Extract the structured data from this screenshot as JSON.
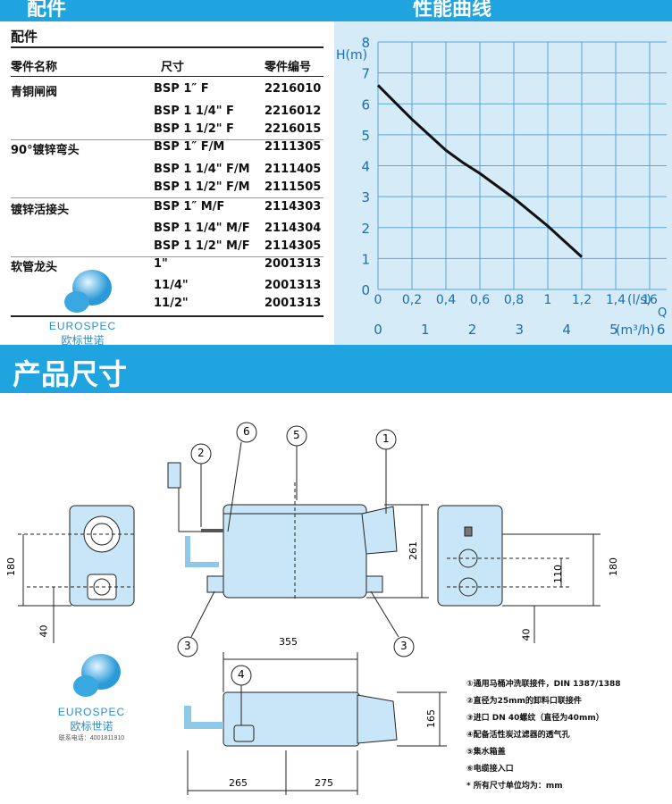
{
  "top_bar": {
    "left_title": "配件",
    "right_title": "性能曲线"
  },
  "accessories": {
    "title": "配件",
    "headers": [
      "零件名称",
      "尺寸",
      "零件编号"
    ],
    "rows": [
      {
        "name": "青铜闸阀",
        "size": "BSP 1″ F",
        "code": "2216010"
      },
      {
        "name": "",
        "size": "BSP 1 1/4\" F",
        "code": "2216012"
      },
      {
        "name": "",
        "size": "BSP 1 1/2\" F",
        "code": "2216015"
      },
      {
        "name": "90°镀锌弯头",
        "size": "BSP 1″ F/M",
        "code": "2111305"
      },
      {
        "name": "",
        "size": "BSP 1 1/4\" F/M",
        "code": "2111405"
      },
      {
        "name": "",
        "size": "BSP 1 1/2\" F/M",
        "code": "2111505"
      },
      {
        "name": "镀锌活接头",
        "size": "BSP 1″ M/F",
        "code": "2114303"
      },
      {
        "name": "",
        "size": "BSP 1 1/4\" M/F",
        "code": "2114304"
      },
      {
        "name": "",
        "size": "BSP 1 1/2\" M/F",
        "code": "2114305"
      },
      {
        "name": "软管龙头",
        "size": "1\"",
        "code": "2001313"
      },
      {
        "name": "",
        "size": "11/4\"",
        "code": "2001313"
      },
      {
        "name": "",
        "size": "11/2\"",
        "code": "2001313"
      }
    ]
  },
  "logo": {
    "brand": "EUROSPEC",
    "cn": "欧标世诺",
    "contact": "联系电话：4001811910"
  },
  "chart_data": {
    "type": "line",
    "ylabel": "H(m)",
    "xlabel": "Q",
    "x_units_1": "(l/s)",
    "x_units_2": "(m³/h)",
    "x_ticks_ls": [
      "0",
      "0,2",
      "0,4",
      "0,6",
      "0,8",
      "1",
      "1,2",
      "1,4",
      "16"
    ],
    "x_ticks_m3h": [
      "0",
      "1",
      "2",
      "3",
      "4",
      "5",
      "6"
    ],
    "y_ticks": [
      "0",
      "1",
      "2",
      "3",
      "4",
      "5",
      "6",
      "7",
      "8"
    ],
    "xlim": [
      0,
      1.7
    ],
    "ylim": [
      0,
      8
    ],
    "grid": true,
    "series": [
      {
        "x": [
          0,
          0.1,
          0.2,
          0.3,
          0.4,
          0.5,
          0.6,
          0.7,
          0.8,
          0.9,
          1.0,
          1.1,
          1.2
        ],
        "y": [
          6.6,
          6.05,
          5.5,
          5.0,
          4.5,
          4.1,
          3.75,
          3.35,
          2.95,
          2.5,
          2.05,
          1.55,
          1.05
        ]
      }
    ]
  },
  "dimensions_section": {
    "title": "产品尺寸",
    "callouts": [
      "1",
      "2",
      "3",
      "4",
      "5",
      "6",
      "3"
    ],
    "dims": {
      "d180": "180",
      "d40": "40",
      "d261": "261",
      "d110": "110",
      "d180b": "180",
      "d40b": "40",
      "d355": "355",
      "d165": "165",
      "d265": "265",
      "d275": "275"
    },
    "legend": [
      "①通用马桶冲洗联接件，DIN 1387/1388",
      "②直径为25mm的卸料口联接件",
      "③进口 DN 40螺纹（直径为40mm）",
      "④配备活性炭过滤器的透气孔",
      "⑤集水箱盖",
      "⑥电缆接入口"
    ],
    "note": "* 所有尺寸单位均为：mm"
  },
  "colors": {
    "accent": "#1fa4e0",
    "chart_bg": "#d6ebf8",
    "chart_grid": "#5aa6d6"
  }
}
